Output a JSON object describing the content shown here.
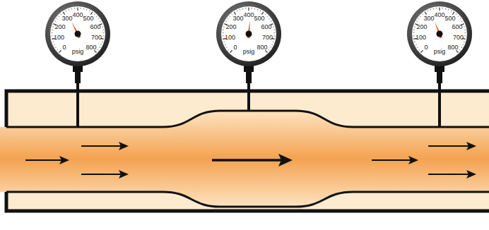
{
  "diagram": {
    "nodes": [
      {
        "text": [
          "0",
          "100",
          "200",
          "300",
          "400",
          "500",
          "600",
          "700",
          "800",
          "psig"
        ]
      },
      {
        "text": [
          "0",
          "100",
          "200",
          "300",
          "400",
          "500",
          "600",
          "700",
          "800",
          "psig"
        ]
      },
      {
        "text": [
          "0",
          "100",
          "200",
          "300",
          "400",
          "500",
          "600",
          "700",
          "800",
          "psig"
        ]
      }
    ]
  }
}
